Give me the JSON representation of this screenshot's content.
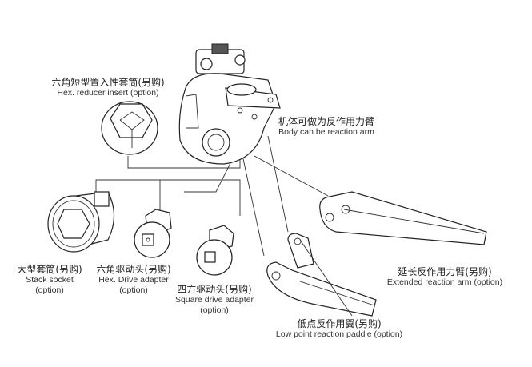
{
  "labels": {
    "hex_reducer": {
      "zh": "六角短型置入性套筒(另购)",
      "en": "Hex. reducer insert (option)"
    },
    "body_arm": {
      "zh": "机体可做为反作用力臂",
      "en": "Body can be reaction arm"
    },
    "stack_socket": {
      "zh": "大型套筒(另购)",
      "en": "Stack socket",
      "opt": "(option)"
    },
    "hex_drive": {
      "zh": "六角驱动头(另购)",
      "en": "Hex. Drive adapter",
      "opt": "(option)"
    },
    "square_drive": {
      "zh": "四方驱动头(另购)",
      "en": "Square drive adapter",
      "opt": "(option)"
    },
    "extended_arm": {
      "zh": "延长反作用力臂(另购)",
      "en": "Extended reaction arm (option)"
    },
    "low_paddle": {
      "zh": "低点反作用翼(另购)",
      "en": "Low point reaction paddle (option)"
    }
  }
}
